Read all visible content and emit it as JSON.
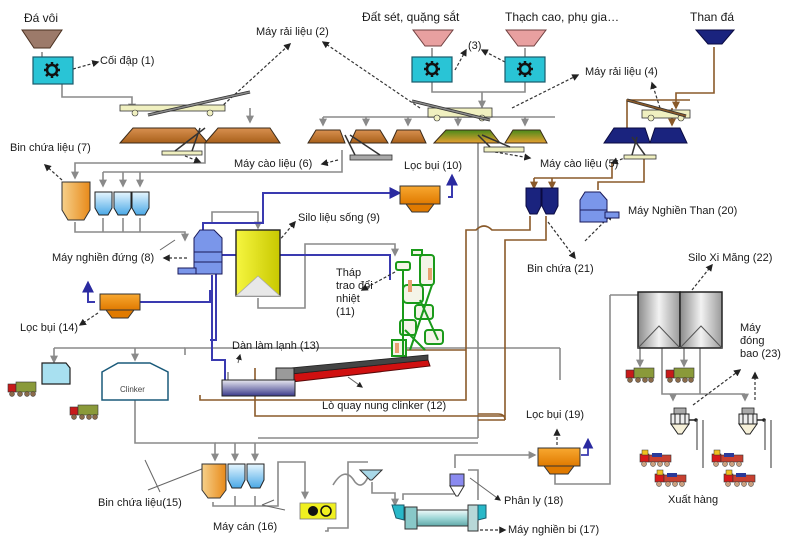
{
  "diagram": {
    "subject": "Cement plant process flow",
    "colors": {
      "line_gray": "#8a8a8a",
      "line_blue": "#3a3ab0",
      "line_brown": "#8a5a2a",
      "hopper_brown": "#9c7a6a",
      "hopper_pink": "#e8a0a0",
      "hopper_navy": "#1a237e",
      "crusher_cyan": "#29c4d6",
      "pile_orange": "#c8803a",
      "pile_green": "#6a9a2a",
      "filter_orange": "#f08a10",
      "silo_yellow": "#e6e615",
      "mill_blue": "#6a8ae6",
      "kiln_red": "#d01010",
      "tower_green": "#1a9a1a",
      "cement_silo_gray": "#c8c8c8"
    },
    "inputs": {
      "limestone": "Đá vôi",
      "clay_iron": "Đất sét, quặng sắt",
      "gypsum_additives": "Thạch cao, phụ gia…",
      "coal": "Than đá"
    },
    "labels": {
      "crusher_1": "Cối đập (1)",
      "stacker_2": "Máy rải liệu (2)",
      "crusher_3": "(3)",
      "stacker_4": "Máy rải liệu (4)",
      "reclaimer_5": "Máy cào liệu (5)",
      "reclaimer_6": "Máy cào liệu (6)",
      "bin_7": "Bin chứa liệu (7)",
      "vertical_mill_8": "Máy nghiền đứng (8)",
      "raw_silo_9": "Silo liệu sống (9)",
      "dust_filter_10": "Lọc bụi (10)",
      "preheater_11": "Tháp\ntrao đổi\nnhiệt\n(11)",
      "kiln_12": "Lò quay nung clinker (12)",
      "cooler_13": "Dàn làm lạnh (13)",
      "dust_filter_14": "Lọc bụi (14)",
      "bin_15": "Bin chứa liệu(15)",
      "roller_press_16": "Máy cán (16)",
      "ball_mill_17": "Máy nghiền bi (17)",
      "separator_18": "Phân ly (18)",
      "dust_filter_19": "Lọc bụi (19)",
      "coal_mill_20": "Máy Nghiền Than (20)",
      "coal_bin_21": "Bin chứa (21)",
      "cement_silo_22": "Silo Xi Măng (22)",
      "packer_23": "Máy\nđóng\nbao (23)",
      "clinker_store": "Clinker",
      "dispatch": "Xuất hàng"
    }
  }
}
